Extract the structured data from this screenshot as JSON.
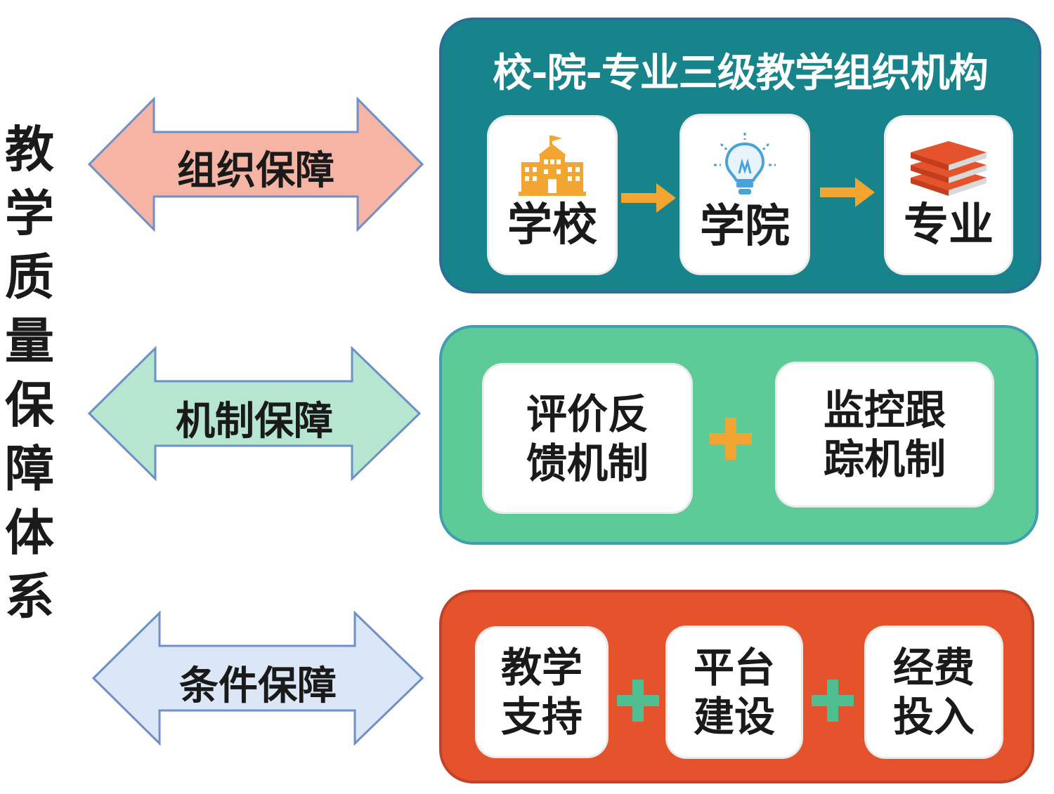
{
  "main_title": [
    "教",
    "学",
    "质",
    "量",
    "保",
    "障",
    "体",
    "系"
  ],
  "colors": {
    "org_panel": "#17838a",
    "mech_panel": "#5ccb97",
    "cond_panel": "#e4532c",
    "org_arrow": "#f5b4a4",
    "mech_arrow": "#b7e6d0",
    "cond_arrow": "#dbe7f7",
    "arrow_orange": "#f2a531",
    "plus_orange": "#f2a531",
    "plus_green": "#4fbf92"
  },
  "org": {
    "arrow_label": "组织保障",
    "panel_title": "校-院-专业三级教学组织机构",
    "cards": [
      {
        "label": "学校",
        "icon": "school-building-icon"
      },
      {
        "label": "学院",
        "icon": "lightbulb-icon"
      },
      {
        "label": "专业",
        "icon": "book-stack-icon"
      }
    ]
  },
  "mech": {
    "arrow_label": "机制保障",
    "cards": [
      {
        "label": "评价反\n馈机制"
      },
      {
        "label": "监控跟\n踪机制"
      }
    ]
  },
  "cond": {
    "arrow_label": "条件保障",
    "cards": [
      {
        "label": "教学\n支持"
      },
      {
        "label": "平台\n建设"
      },
      {
        "label": "经费\n投入"
      }
    ]
  }
}
